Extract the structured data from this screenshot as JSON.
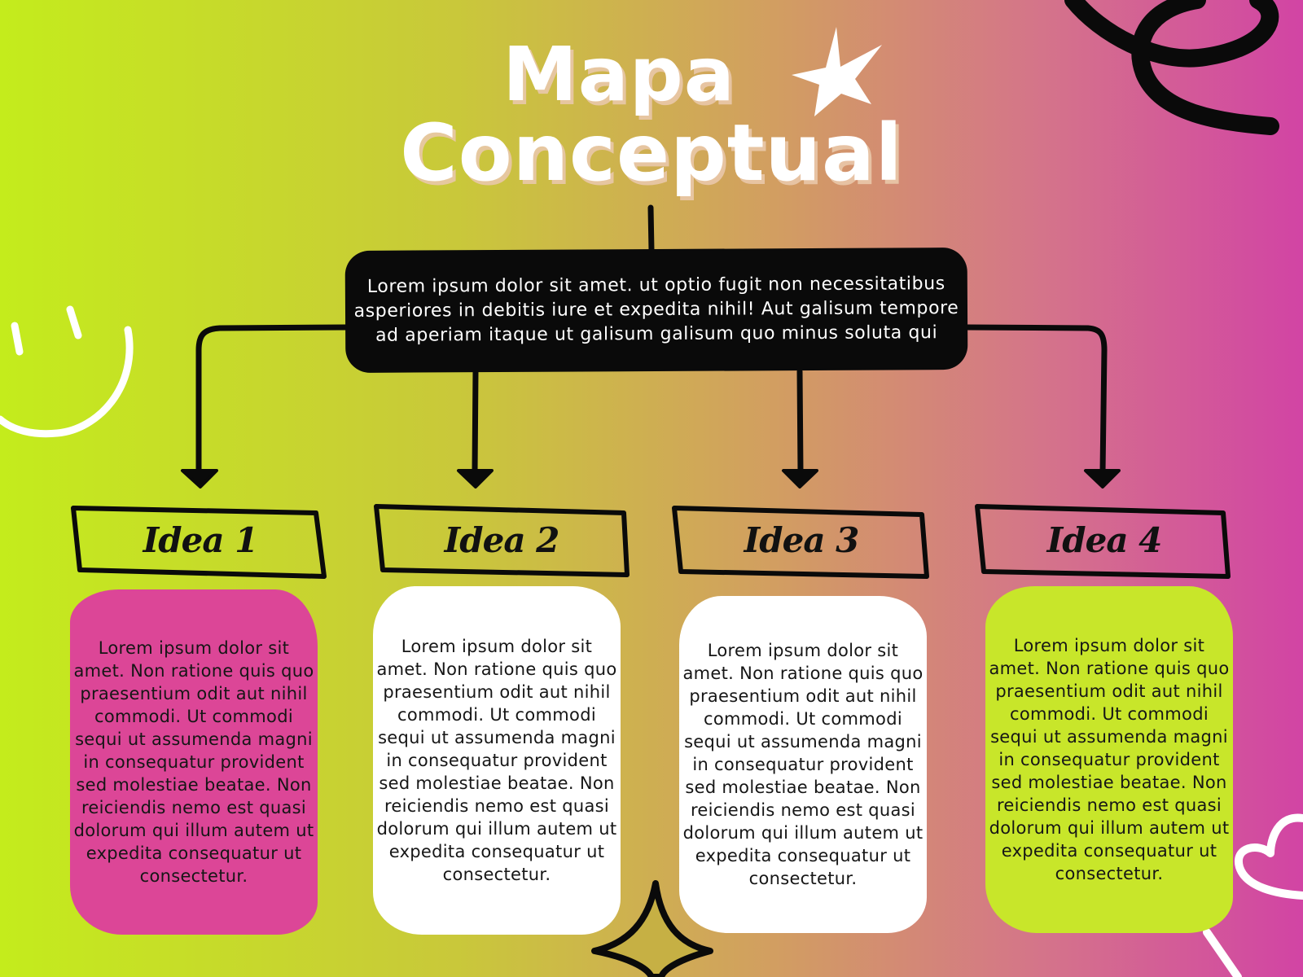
{
  "title": {
    "line1": "Mapa",
    "line2": "Conceptual"
  },
  "central": {
    "text": "Lorem ipsum dolor sit amet. ut optio fugit non necessitatibus asperiores in debitis iure et expedita nihil! Aut galisum tempore ad aperiam itaque ut galisum galisum quo minus soluta qui"
  },
  "ideas": [
    {
      "label": "Idea 1",
      "color": "#dc4697",
      "text": "Lorem ipsum dolor sit amet. Non ratione quis quo praesentium odit aut nihil commodi. Ut commodi sequi ut assumenda magni in consequatur provident sed molestiae beatae. Non reiciendis nemo est quasi dolorum qui illum autem ut expedita consequatur ut consectetur."
    },
    {
      "label": "Idea 2",
      "color": "#ffffff",
      "text": "Lorem ipsum dolor sit amet. Non ratione quis quo praesentium odit aut nihil commodi. Ut commodi sequi ut assumenda magni in consequatur provident sed molestiae beatae. Non reiciendis nemo est quasi dolorum qui illum autem ut expedita consequatur ut consectetur."
    },
    {
      "label": "Idea 3",
      "color": "#ffffff",
      "text": "Lorem ipsum dolor sit amet. Non ratione quis quo praesentium odit aut nihil commodi. Ut commodi sequi ut assumenda magni in consequatur provident sed molestiae beatae. Non reiciendis nemo est quasi dolorum qui illum autem ut expedita consequatur ut consectetur."
    },
    {
      "label": "Idea 4",
      "color": "#c8e62a",
      "text": "Lorem ipsum dolor sit amet. Non ratione quis quo praesentium odit aut nihil commodi. Ut commodi sequi ut assumenda magni in consequatur provident sed molestiae beatae. Non reiciendis nemo est quasi dolorum qui illum autem ut expedita consequatur ut consectetur."
    }
  ],
  "decorations": [
    "star-icon",
    "smiley-icon",
    "squiggle-icon",
    "sparkle-icon",
    "heart-icon"
  ]
}
